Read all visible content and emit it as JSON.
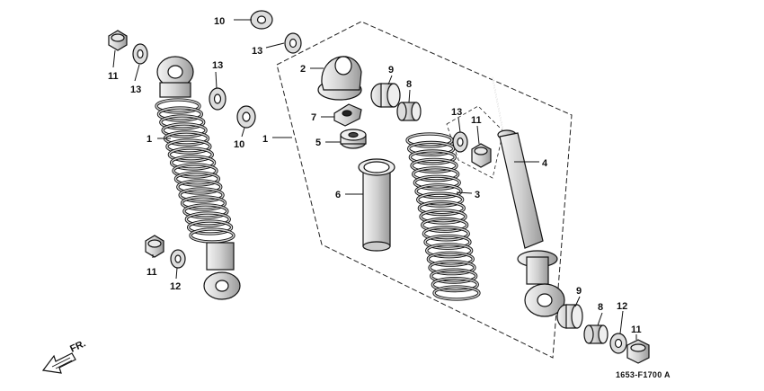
{
  "diagram": {
    "callouts": [
      {
        "id": "c11a",
        "text": "11"
      },
      {
        "id": "c13a",
        "text": "13"
      },
      {
        "id": "c1a",
        "text": "1"
      },
      {
        "id": "c13b",
        "text": "13"
      },
      {
        "id": "c10a",
        "text": "10"
      },
      {
        "id": "c11b",
        "text": "11"
      },
      {
        "id": "c12a",
        "text": "12"
      },
      {
        "id": "c10b",
        "text": "10"
      },
      {
        "id": "c13c",
        "text": "13"
      },
      {
        "id": "c1b",
        "text": "1"
      },
      {
        "id": "c2",
        "text": "2"
      },
      {
        "id": "c9a",
        "text": "9"
      },
      {
        "id": "c8a",
        "text": "8"
      },
      {
        "id": "c7",
        "text": "7"
      },
      {
        "id": "c5",
        "text": "5"
      },
      {
        "id": "c6",
        "text": "6"
      },
      {
        "id": "c13d",
        "text": "13"
      },
      {
        "id": "c11c",
        "text": "11"
      },
      {
        "id": "c3",
        "text": "3"
      },
      {
        "id": "c4",
        "text": "4"
      },
      {
        "id": "c9b",
        "text": "9"
      },
      {
        "id": "c8b",
        "text": "8"
      },
      {
        "id": "c12b",
        "text": "12"
      },
      {
        "id": "c11d",
        "text": "11"
      }
    ],
    "front_indicator": "FR.",
    "figure_code": "1653-F1700 A"
  }
}
